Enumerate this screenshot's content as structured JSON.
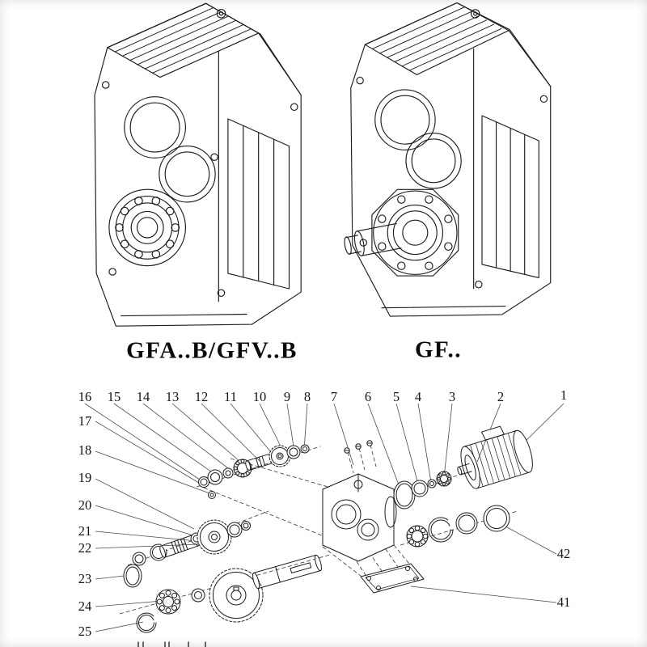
{
  "page": {
    "top_figures": {
      "left_label": "GFA..B/GFV..B",
      "right_label": "GF.."
    },
    "exploded_view": {
      "callouts_top": [
        "16",
        "15",
        "14",
        "13",
        "12",
        "11",
        "10",
        "9",
        "8",
        "7",
        "6",
        "5",
        "4",
        "3",
        "2",
        "1"
      ],
      "callouts_left": [
        "17",
        "18",
        "19",
        "20",
        "21",
        "22",
        "23",
        "24",
        "25"
      ],
      "callouts_right": [
        "42",
        "41"
      ]
    }
  },
  "colors": {
    "line": "#1c1c1c",
    "background": "#ffffff"
  }
}
